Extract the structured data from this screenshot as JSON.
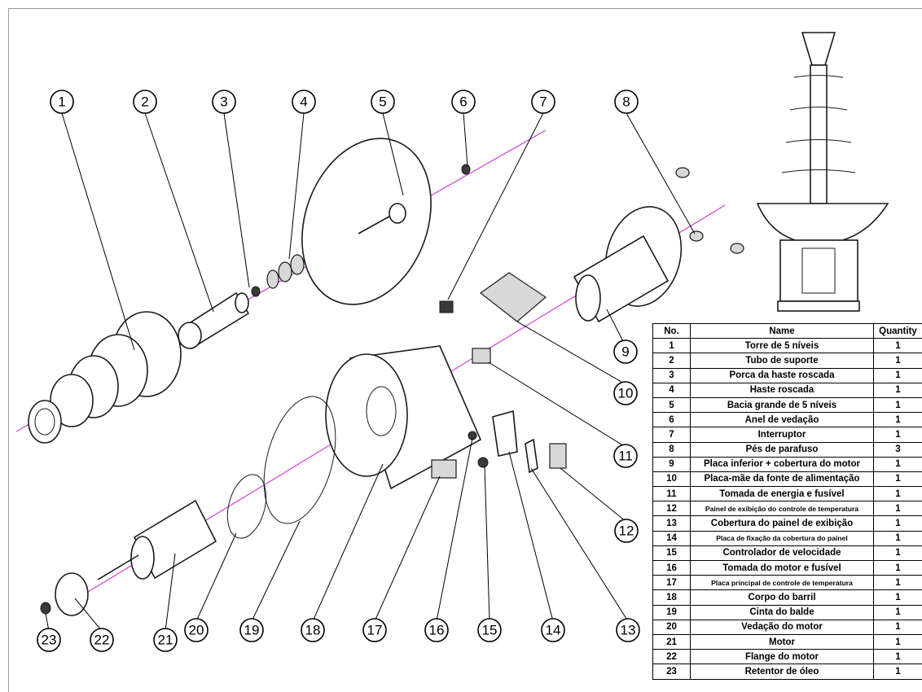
{
  "table": {
    "headers": [
      "No.",
      "Name",
      "Quantity"
    ],
    "rows": [
      {
        "no": "1",
        "name": "Torre de 5 níveis",
        "qty": "1"
      },
      {
        "no": "2",
        "name": "Tubo de suporte",
        "qty": "1"
      },
      {
        "no": "3",
        "name": "Porca da haste roscada",
        "qty": "1"
      },
      {
        "no": "4",
        "name": "Haste roscada",
        "qty": "1"
      },
      {
        "no": "5",
        "name": "Bacia grande de 5 níveis",
        "qty": "1"
      },
      {
        "no": "6",
        "name": "Anel de vedação",
        "qty": "1"
      },
      {
        "no": "7",
        "name": "Interruptor",
        "qty": "1"
      },
      {
        "no": "8",
        "name": "Pés de parafuso",
        "qty": "3"
      },
      {
        "no": "9",
        "name": "Placa inferior + cobertura do motor",
        "qty": "1"
      },
      {
        "no": "10",
        "name": "Placa-mãe da fonte de alimentação",
        "qty": "1"
      },
      {
        "no": "11",
        "name": "Tomada de energia e fusível",
        "qty": "1"
      },
      {
        "no": "12",
        "name": "Painel de exibição do controle de temperatura",
        "qty": "1"
      },
      {
        "no": "13",
        "name": "Cobertura do painel de exibição",
        "qty": "1"
      },
      {
        "no": "14",
        "name": "Placa de fixação da cobertura do painel",
        "qty": "1"
      },
      {
        "no": "15",
        "name": "Controlador de velocidade",
        "qty": "1"
      },
      {
        "no": "16",
        "name": "Tomada do motor e fusível",
        "qty": "1"
      },
      {
        "no": "17",
        "name": "Placa principal de controle de temperatura",
        "qty": "1"
      },
      {
        "no": "18",
        "name": "Corpo do barril",
        "qty": "1"
      },
      {
        "no": "19",
        "name": "Cinta do balde",
        "qty": "1"
      },
      {
        "no": "20",
        "name": "Vedação do motor",
        "qty": "1"
      },
      {
        "no": "21",
        "name": "Motor",
        "qty": "1"
      },
      {
        "no": "22",
        "name": "Flange do motor",
        "qty": "1"
      },
      {
        "no": "23",
        "name": "Retentor de óleo",
        "qty": "1"
      }
    ]
  },
  "callouts": [
    "1",
    "2",
    "3",
    "4",
    "5",
    "6",
    "7",
    "8",
    "9",
    "10",
    "11",
    "12",
    "13",
    "14",
    "15",
    "16",
    "17",
    "18",
    "19",
    "20",
    "21",
    "22",
    "23"
  ],
  "colors": {
    "axis": "#d040d8",
    "line": "#000000",
    "frame": "#9a9a9a"
  }
}
